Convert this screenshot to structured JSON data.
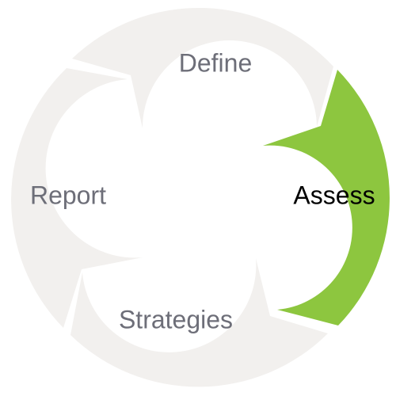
{
  "diagram": {
    "segments": [
      {
        "label": "Define",
        "highlighted": false
      },
      {
        "label": "Assess",
        "highlighted": true
      },
      {
        "label": "Strategies",
        "highlighted": false
      },
      {
        "label": "Report",
        "highlighted": false
      }
    ]
  },
  "colors": {
    "segment_fill": "#f2f0ee",
    "highlight_fill": "#8dc63f",
    "label_text": "#6d6e78",
    "highlight_text": "#000000"
  }
}
